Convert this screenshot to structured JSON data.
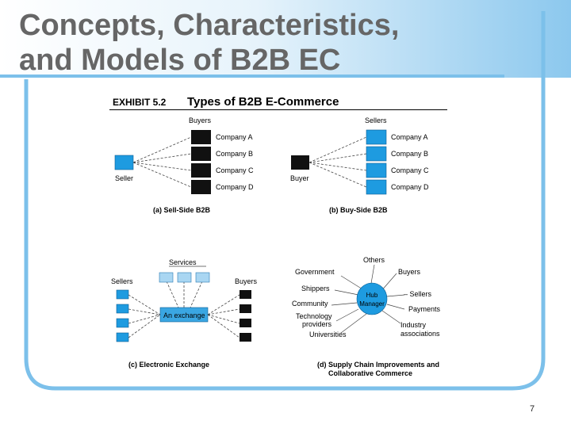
{
  "slide": {
    "title_line1": "Concepts, Characteristics,",
    "title_line2": "and Models of B2B EC",
    "page_number": "7"
  },
  "colors": {
    "title_text": "#666666",
    "title_band_start": "#ffffff",
    "title_band_end": "#8cc8ee",
    "frame": "#7cc0ea",
    "company_black": "#111111",
    "company_blue": "#1e9be0",
    "exchange_blue": "#3aa6e2"
  },
  "exhibit": {
    "number": "EXHIBIT 5.2",
    "title": "Types of B2B E-Commerce",
    "panel_a": {
      "caption": "(a) Sell-Side B2B",
      "group_label": "Buyers",
      "node_label": "Seller",
      "companies": [
        "Company A",
        "Company B",
        "Company C",
        "Company D"
      ]
    },
    "panel_b": {
      "caption": "(b) Buy-Side B2B",
      "group_label": "Sellers",
      "node_label": "Buyer",
      "companies": [
        "Company A",
        "Company B",
        "Company C",
        "Company D"
      ]
    },
    "panel_c": {
      "caption": "(c) Electronic Exchange",
      "services_label": "Services",
      "sellers_label": "Sellers",
      "buyers_label": "Buyers",
      "exchange_label": "An exchange"
    },
    "panel_d": {
      "caption_line1": "(d) Supply Chain Improvements and",
      "caption_line2": "Collaborative Commerce",
      "hub_line1": "Hub",
      "hub_line2": "Manager",
      "others": "Others",
      "government": "Government",
      "buyers": "Buyers",
      "shippers": "Shippers",
      "sellers": "– Sellers",
      "community": "Community",
      "payments": "Payments",
      "technology_line1": "Technology",
      "technology_line2": "providers",
      "industry_line1": "Industry",
      "industry_line2": "associations",
      "universities": "Universities"
    }
  }
}
